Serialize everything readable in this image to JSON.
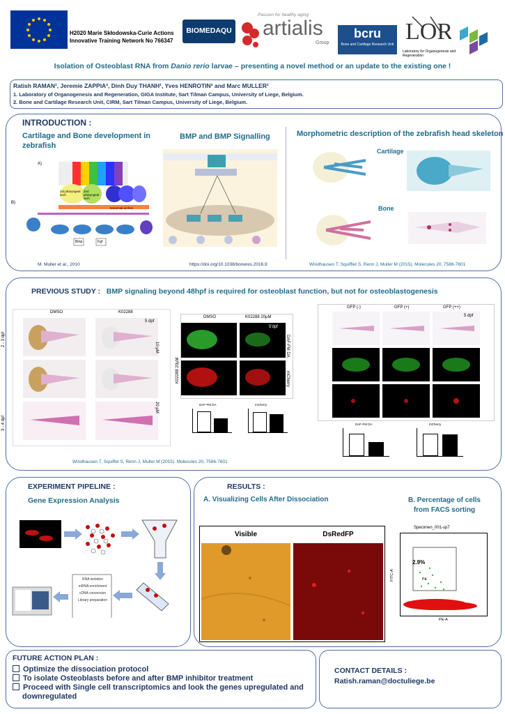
{
  "header": {
    "programme_line1": "H2020 Marie Skłodowska-Curie Actions",
    "programme_line2": "Innovative Training Network No 766347",
    "logo_biomedaqu": "BIOMEDAQU",
    "logo_artialis_tagline": "Passion for healthy aging",
    "logo_artialis": "artialis",
    "logo_artialis_group": "Group",
    "logo_bcru": "bcru",
    "logo_bcru_sub": "Bone and Cartilage Research Unit",
    "logo_lor_sub": "Laboratory for Organogenesis and Regeneration",
    "title_part1": "Isolation of Osteoblast RNA from ",
    "title_species": "Danio rerio",
    "title_part2": " larvae – presenting a novel method or an update to the existing one !"
  },
  "authors": {
    "line": "Ratish RAMAN¹, Jeremie ZAPPIA², Dinh Duy THANH¹, Yves HENROTIN² and Marc MULLER¹",
    "aff1": "1. Laboratory of Organogenesis and Regeneration, GIGA Institute, Sart Tilman Campus, University of Liege, Belgium.",
    "aff2": "2. Bone and Cartilage Research Unit, CIRM, Sart Tilman Campus, University of Liege, Belgium."
  },
  "intro": {
    "title": "INTRODUCTION :",
    "sub1": "Cartilage and Bone development in zebrafish",
    "sub2": "BMP and BMP Signalling",
    "sub3": "Morphometric description of the zebrafish head skeleton",
    "cartilage": "Cartilage",
    "bone": "Bone",
    "cite1": "M. Muller et al., 2010",
    "cite2": "https://doi.org/10.1038/boneres.2016.9",
    "cite3": "Windhausen T, Squifflet S, Renn J, Muller M (2015). Molecules 20, 7586-7601",
    "fig_a": "A)",
    "fig_b": "B)",
    "fig_labels": [
      "1st pharyngeal arch",
      "2nd pharyngeal arch",
      "branchial arches"
    ],
    "bmp": "Bmp",
    "fgf": "Fgf"
  },
  "previous": {
    "title_prefix": "PREVIOUS STUDY :",
    "title_text": "BMP signaling beyond 48hpf is required for osteoblast function, but not for osteoblastogenesis",
    "cite": "Windhausen T, Squiffet S, Renn J, Muller M (2015). Molecules 20, 7586-7601",
    "panel1_dmso": "DMSO",
    "panel1_k": "K02288",
    "panel1_dpf": "5 dpf",
    "panel1_row1": "2 - 3 dpf",
    "panel1_row2": "3 - 4 dpf",
    "panel1_conc1": "10 µM",
    "panel1_conc2": "20 µM",
    "panel2_dmso": "DMSO",
    "panel2_k": "K02288 20µM",
    "panel2_dpf": "5'dpf",
    "panel2_daf": "DAF-FM DA",
    "panel2_mcherry": "mCherry",
    "panel2_kside": "K02288 20µM",
    "panel2_chart1": "DAF-FM DA",
    "panel2_chart2": "mCherry",
    "panel3_gfp1": "GFP (-)",
    "panel3_gfp2": "GFP (+)",
    "panel3_gfp3": "GFP (++)",
    "panel3_dpf": "5 dpf",
    "panel3_chart1": "DAF-FM DA",
    "panel3_chart2": "mCherry"
  },
  "pipeline": {
    "title": "EXPERIMENT PIPELINE :",
    "subtitle": "Gene Expression Analysis",
    "steps": [
      "RNA isolation",
      "mRNA enrichment",
      "cDNA conversion",
      "Library preparation"
    ]
  },
  "results": {
    "title": "RESULTS :",
    "a_label": "A.  Visualizing Cells After Dissociation",
    "b_label": "B. Percentage of cells from FACS sorting",
    "visible": "Visible",
    "dsred": "DsRedFP",
    "facs_title": "Specimen_001-sp7",
    "facs_pct": "2.9%",
    "facs_gate": "P4",
    "facs_xlabel": "PE-A",
    "facs_ylabel": "FITC-A"
  },
  "future": {
    "title": "FUTURE ACTION PLAN :",
    "items": [
      "Optimize the dissociation protocol",
      "To isolate Osteoblasts before and after BMP inhibitor treatment",
      "Proceed with Single cell transcriptomics and look the genes upregulated and"
    ],
    "cont": "downregulated"
  },
  "contact": {
    "title": "CONTACT DETAILS :",
    "email": "Ratish.raman@doctuliege.be"
  },
  "colors": {
    "navy": "#1f3864",
    "teal": "#1f6b8a",
    "border": "#4a6fa5"
  }
}
